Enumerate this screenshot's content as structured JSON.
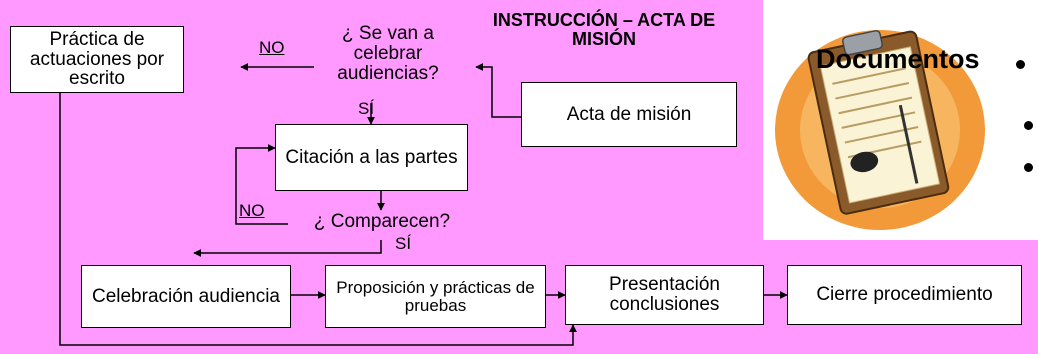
{
  "colors": {
    "background": "#ff99ff",
    "box": "#ffffff",
    "line": "#000000"
  },
  "header": {
    "title": "INSTRUCCIÓN – ACTA DE MISIÓN"
  },
  "nodes": {
    "practica_escrito": "Práctica de actuaciones por escrito",
    "se_van_audiencias": "¿ Se van a celebrar audiencias?",
    "acta_mision": "Acta de misión",
    "citacion": "Citación a las partes",
    "comparecen": "¿ Comparecen?",
    "celebracion": "Celebración audiencia",
    "proposicion": "Proposición y prácticas de pruebas",
    "presentacion": "Presentación conclusiones",
    "cierre": "Cierre procedimiento"
  },
  "edge_labels": {
    "no_1": "NO",
    "si_1": "SÍ",
    "no_2": "NO",
    "si_2": "SÍ"
  },
  "side_panel": {
    "heading": "Documentos",
    "image_icon": "clipboard-document-icon",
    "bullet_count": 3
  }
}
